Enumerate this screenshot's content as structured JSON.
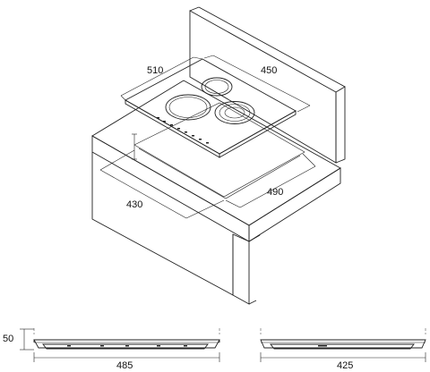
{
  "diagram": {
    "dimensions": {
      "hob_depth": "510",
      "hob_width": "450",
      "cutout_width": "430",
      "cutout_depth": "490",
      "side_height": "50",
      "side_width": "485",
      "front_width": "425"
    },
    "colors": {
      "line": "#222222",
      "hob_glass": "#ffffff",
      "text": "#111111"
    }
  }
}
